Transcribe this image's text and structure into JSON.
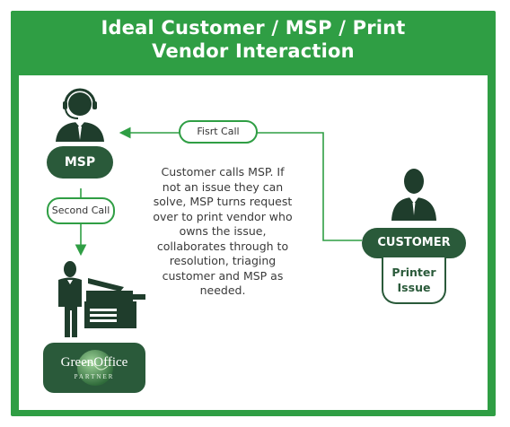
{
  "title": {
    "line1": "Ideal Customer / MSP / Print",
    "line2": "Vendor Interaction"
  },
  "actors": {
    "msp_label": "MSP",
    "customer_label": "CUSTOMER",
    "issue_line1": "Printer",
    "issue_line2": "Issue"
  },
  "arrows": {
    "first_call": "Fisrt Call",
    "second_call": "Second Call"
  },
  "description": "Customer calls MSP. If not an issue they can solve, MSP turns request over to print vendor who owns the issue, collaborates through to resolution, triaging customer and MSP as needed.",
  "logo": {
    "line1": "GreenOffice",
    "line2": "PARTNER"
  },
  "colors": {
    "frame_green": "#2f9e44",
    "dark_green": "#2a5a3a",
    "figure_dark": "#1f3d2c"
  },
  "icons": [
    "headset-agent-icon",
    "customer-person-icon",
    "person-at-printer-icon",
    "globe-logo-icon"
  ]
}
